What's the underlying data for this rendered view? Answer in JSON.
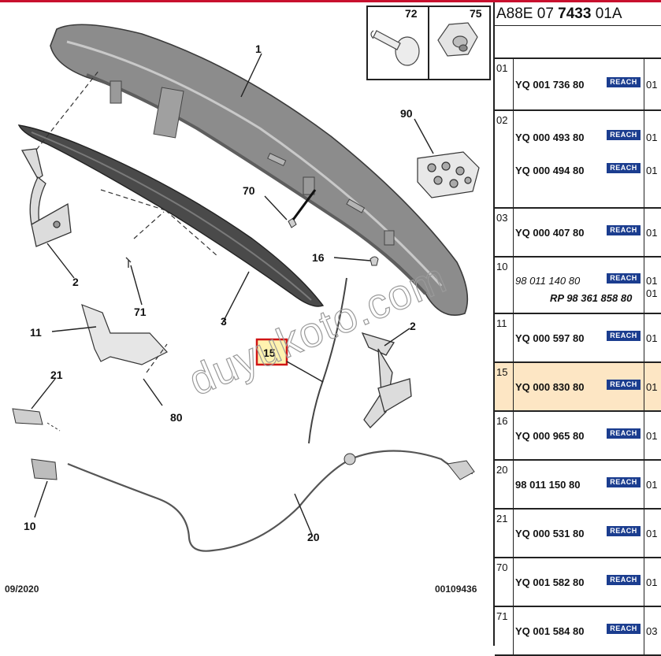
{
  "header": {
    "doc_ref_pre": "A88E 07 ",
    "doc_ref_bold": "7433",
    "doc_ref_post": " 01A"
  },
  "diagram": {
    "inset_labels": [
      "72",
      "75"
    ],
    "callouts": [
      "1",
      "2",
      "3",
      "70",
      "90",
      "16",
      "71",
      "11",
      "2",
      "15",
      "21",
      "80",
      "10",
      "20"
    ],
    "footer_date": "09/2020",
    "footer_code": "00109436",
    "watermark": "duyukoto.com"
  },
  "colors": {
    "accent_red": "#c8102e",
    "reach_blue": "#1b3d8f",
    "highlight": "#fde6c4"
  },
  "parts": [
    {
      "num": "01",
      "refs": [
        {
          "text": "YQ 001 736 80",
          "reach": "REACH",
          "qty": "01"
        }
      ]
    },
    {
      "num": "02",
      "refs": [
        {
          "text": "YQ 000 493 80",
          "reach": "REACH",
          "qty": "01"
        },
        {
          "text": "YQ 000 494 80",
          "reach": "REACH",
          "qty": "01"
        }
      ]
    },
    {
      "num": "03",
      "refs": [
        {
          "text": "YQ 000 407 80",
          "reach": "REACH",
          "qty": "01"
        }
      ]
    },
    {
      "num": "10",
      "refs": [
        {
          "text": "98 011 140 80",
          "reach": "REACH",
          "qty": "01"
        },
        {
          "text": "RP 98 361 858 80",
          "reach": "",
          "qty": "01"
        }
      ]
    },
    {
      "num": "11",
      "refs": [
        {
          "text": "YQ 000 597 80",
          "reach": "REACH",
          "qty": "01"
        }
      ]
    },
    {
      "num": "15",
      "refs": [
        {
          "text": "YQ 000 830 80",
          "reach": "REACH",
          "qty": "01"
        }
      ],
      "highlight": true
    },
    {
      "num": "16",
      "refs": [
        {
          "text": "YQ 000 965 80",
          "reach": "REACH",
          "qty": "01"
        }
      ]
    },
    {
      "num": "20",
      "refs": [
        {
          "text": "98 011 150 80",
          "reach": "REACH",
          "qty": "01"
        }
      ]
    },
    {
      "num": "21",
      "refs": [
        {
          "text": "YQ 000 531 80",
          "reach": "REACH",
          "qty": "01"
        }
      ]
    },
    {
      "num": "70",
      "refs": [
        {
          "text": "YQ 001 582 80",
          "reach": "REACH",
          "qty": "01"
        }
      ]
    },
    {
      "num": "71",
      "refs": [
        {
          "text": "YQ 001 584 80",
          "reach": "REACH",
          "qty": "03"
        }
      ]
    }
  ]
}
